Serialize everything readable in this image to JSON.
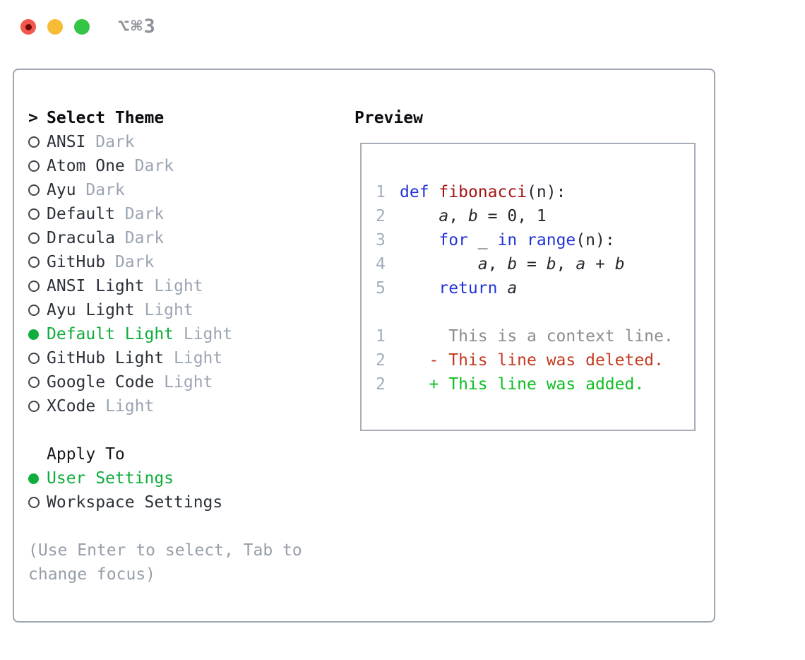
{
  "window": {
    "shortcut_label": "⌥⌘3"
  },
  "traffic_lights": {
    "close_color": "#F3564C",
    "close_dot_color": "#6D0B06",
    "minimize_color": "#F6BC35",
    "zoom_color": "#32C546"
  },
  "theme_selector": {
    "prompt": ">",
    "title": "Select Theme",
    "items": [
      {
        "name": "ANSI",
        "variant": "Dark",
        "selected": false
      },
      {
        "name": "Atom One",
        "variant": "Dark",
        "selected": false
      },
      {
        "name": "Ayu",
        "variant": "Dark",
        "selected": false
      },
      {
        "name": "Default",
        "variant": "Dark",
        "selected": false
      },
      {
        "name": "Dracula",
        "variant": "Dark",
        "selected": false
      },
      {
        "name": "GitHub",
        "variant": "Dark",
        "selected": false
      },
      {
        "name": "ANSI Light",
        "variant": "Light",
        "selected": false
      },
      {
        "name": "Ayu Light",
        "variant": "Light",
        "selected": false
      },
      {
        "name": "Default Light",
        "variant": "Light",
        "selected": true
      },
      {
        "name": "GitHub Light",
        "variant": "Light",
        "selected": false
      },
      {
        "name": "Google Code",
        "variant": "Light",
        "selected": false
      },
      {
        "name": "XCode",
        "variant": "Light",
        "selected": false
      }
    ]
  },
  "apply_to": {
    "title": "Apply To",
    "options": [
      {
        "label": "User Settings",
        "selected": true
      },
      {
        "label": "Workspace Settings",
        "selected": false
      }
    ]
  },
  "help_text": "(Use Enter to select, Tab to change focus)",
  "preview": {
    "title": "Preview",
    "lines": [
      {
        "num": "",
        "segments": []
      },
      {
        "num": "1",
        "segments": [
          {
            "text": "def",
            "style": "keyword"
          },
          {
            "text": " ",
            "style": "plain"
          },
          {
            "text": "fibonacci",
            "style": "function"
          },
          {
            "text": "(n):",
            "style": "plain"
          }
        ]
      },
      {
        "num": "2",
        "segments": [
          {
            "text": "    ",
            "style": "plain"
          },
          {
            "text": "a",
            "style": "variable"
          },
          {
            "text": ", ",
            "style": "plain"
          },
          {
            "text": "b",
            "style": "variable"
          },
          {
            "text": " = 0, 1",
            "style": "plain"
          }
        ]
      },
      {
        "num": "3",
        "segments": [
          {
            "text": "    ",
            "style": "plain"
          },
          {
            "text": "for",
            "style": "keyword"
          },
          {
            "text": " _ ",
            "style": "plain"
          },
          {
            "text": "in",
            "style": "keyword"
          },
          {
            "text": " ",
            "style": "plain"
          },
          {
            "text": "range",
            "style": "keyword"
          },
          {
            "text": "(n):",
            "style": "plain"
          }
        ]
      },
      {
        "num": "4",
        "segments": [
          {
            "text": "        ",
            "style": "plain"
          },
          {
            "text": "a",
            "style": "variable"
          },
          {
            "text": ", ",
            "style": "plain"
          },
          {
            "text": "b",
            "style": "variable"
          },
          {
            "text": " = ",
            "style": "plain"
          },
          {
            "text": "b",
            "style": "variable"
          },
          {
            "text": ", ",
            "style": "plain"
          },
          {
            "text": "a",
            "style": "variable"
          },
          {
            "text": " + ",
            "style": "plain"
          },
          {
            "text": "b",
            "style": "variable"
          }
        ]
      },
      {
        "num": "5",
        "segments": [
          {
            "text": "    ",
            "style": "plain"
          },
          {
            "text": "return",
            "style": "keyword"
          },
          {
            "text": " ",
            "style": "plain"
          },
          {
            "text": "a",
            "style": "variable"
          }
        ]
      },
      {
        "num": "",
        "segments": []
      },
      {
        "num": "1",
        "segments": [
          {
            "text": "     This is a context line.",
            "style": "context"
          }
        ]
      },
      {
        "num": "2",
        "segments": [
          {
            "text": "   - This line was deleted.",
            "style": "deleted"
          }
        ]
      },
      {
        "num": "2",
        "segments": [
          {
            "text": "   + This line was added.",
            "style": "added"
          }
        ]
      }
    ]
  },
  "colors": {
    "accent_green": "#0EAD3C",
    "diff_added_green": "#0FBE22",
    "diff_deleted_red": "#C43A20",
    "diff_context_gray": "#8A8D91",
    "keyword_blue": "#2334D6",
    "function_red": "#A31515",
    "line_number_gray": "#A3ADBD",
    "muted_gray": "#9AA4B2",
    "panel_border": "#9FA7B3"
  }
}
